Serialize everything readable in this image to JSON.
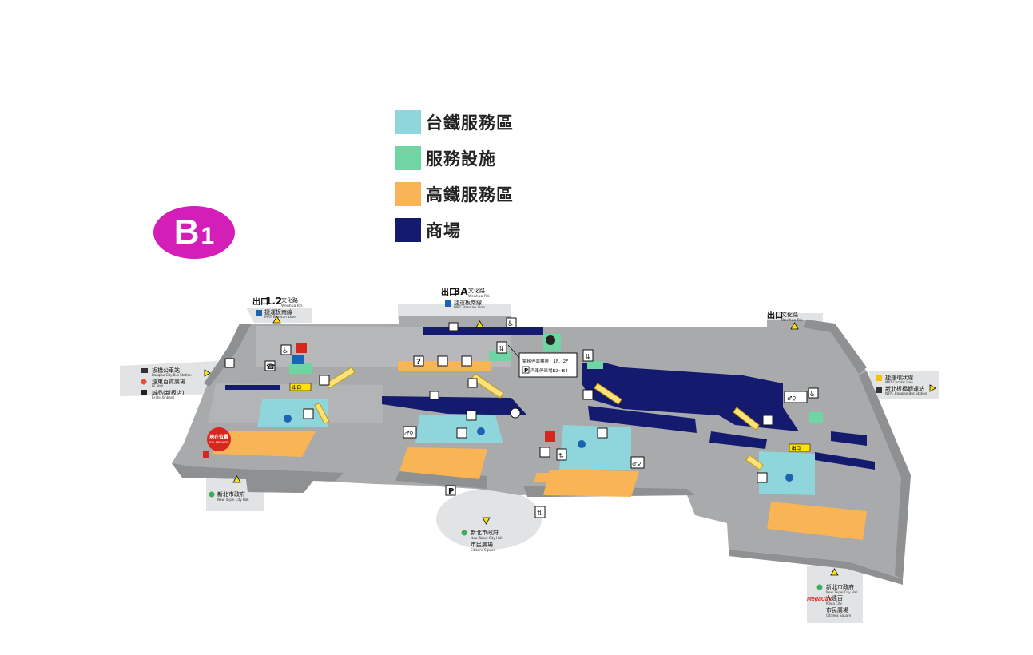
{
  "floor": {
    "main": "B",
    "sub": "1"
  },
  "legend": [
    {
      "label": "台鐵服務區",
      "color": "#8fd6dc"
    },
    {
      "label": "服務設施",
      "color": "#6fd6a3"
    },
    {
      "label": "高鐵服務區",
      "color": "#f9b456"
    },
    {
      "label": "商場",
      "color": "#141a6e"
    }
  ],
  "colors": {
    "floor": "#a8aaac",
    "wall": "#8e9092",
    "outside": "#e2e3e4",
    "you_are_here": "#d8261c",
    "icon": "#111111"
  },
  "exits": {
    "exit_1_2": {
      "num": "1.2",
      "name": "文化路",
      "name_en": "Wenhua Rd.",
      "line": "捷運板南線",
      "line_en": "MRT Bannan Line"
    },
    "exit_3a": {
      "num": "3A",
      "name": "文化路",
      "name_en": "Wenhua Rd.",
      "line": "捷運板南線",
      "line_en": "MRT Bannan Line"
    },
    "exit_east": {
      "name": "文化路",
      "name_en": "Wenhua Rd."
    },
    "west": {
      "bus": "板橋公車站",
      "bus_en": "Banqiao City Bus Station",
      "mall1": "遠東百貨廣場",
      "mall1_en": "FE Mall",
      "mall2": "誠品(新板店)",
      "mall2_en": "Eslite(Xinban)"
    },
    "east": {
      "line1": "捷運環狀線",
      "line1_en": "MRT Circular Line",
      "line2": "新北板橋轉運站",
      "line2_en": "NTPC Banqiao Bus Station"
    },
    "south_west": {
      "name": "新北市政府",
      "name_en": "New Taipei City Hall"
    },
    "south_center": {
      "name": "新北市政府",
      "name_en": "New Taipei City Hall",
      "name2": "市民廣場",
      "name2_en": "Citizens Square"
    },
    "south_east": {
      "name": "新北市政府",
      "name_en": "New Taipei City Hall",
      "megacity": "MegaCity",
      "name2": "大遠百",
      "name2_en": "Mega City",
      "name3": "市民廣場",
      "name3_en": "Citizens Square"
    }
  },
  "you_are_here": {
    "label": "現在位置",
    "label_en": "YOU ARE HERE"
  },
  "callout": {
    "line1": "電梯停靠樓層：1F、2F",
    "line2": "汽車停車場B2~B4",
    "parking_symbol": "P"
  },
  "exit_symbol": "出口",
  "icons": {
    "info": "?",
    "parking": "P",
    "toilet": "♂♀",
    "accessible": "♿",
    "phone": "☎",
    "elevator": "⇅",
    "escalator": "⟋"
  }
}
